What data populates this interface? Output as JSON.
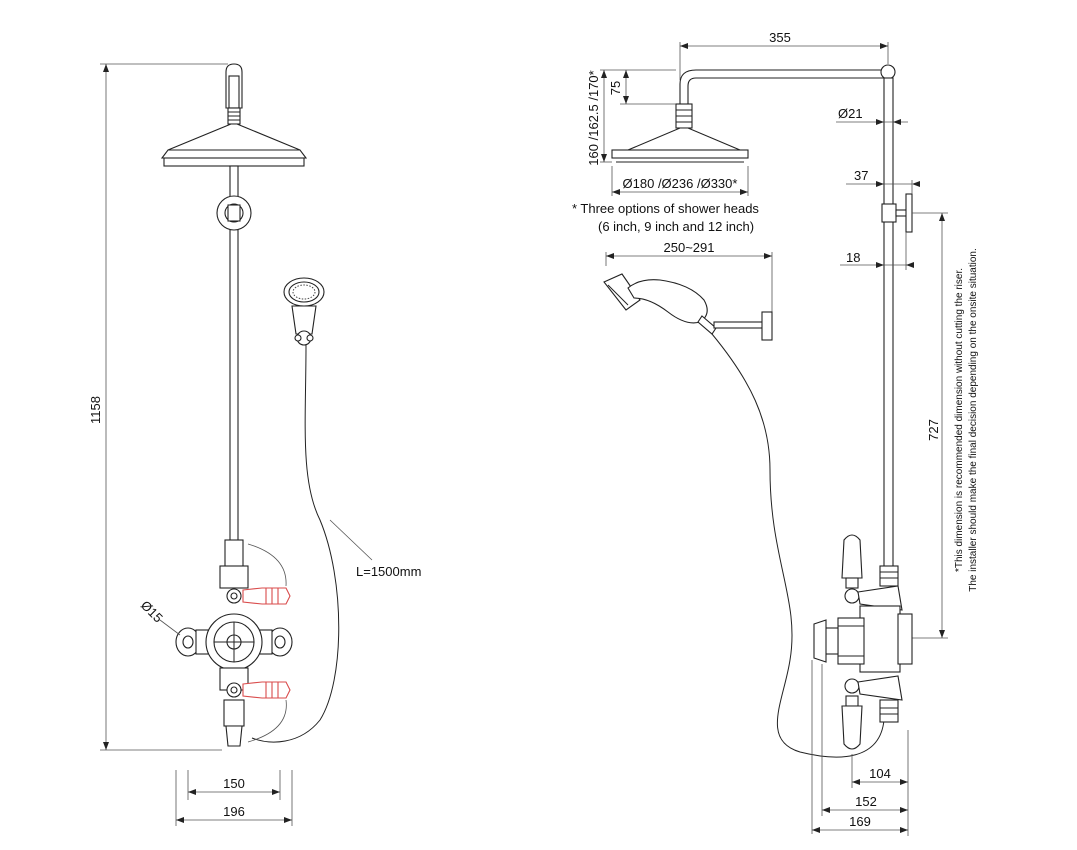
{
  "front_view": {
    "height_label": "1158",
    "hose_label": "L=1500mm",
    "inlet_diameter_label": "Ø15",
    "inlet_spacing_label": "150",
    "overall_width_label": "196"
  },
  "side_view": {
    "arm_length_label": "355",
    "head_height_options_label": "160 /162.5 /170*",
    "arm_drop_label": "75",
    "head_diameter_options_label": "Ø180 /Ø236 /Ø330*",
    "head_options_note_line1": "* Three options of shower heads",
    "head_options_note_line2": "(6 inch, 9 inch and 12 inch)",
    "riser_diameter_label": "Ø21",
    "bracket_offset_label": "37",
    "bracket_depth_label": "18",
    "handshower_length_label": "250~291",
    "riser_height_label": "727",
    "riser_note_line1": "*This dimension is recommended dimension without cutting the riser.",
    "riser_note_line2": "The installer should make the final decision depending on the onsite situation.",
    "depth_1_label": "104",
    "depth_2_label": "152",
    "depth_3_label": "169"
  },
  "colors": {
    "line": "#222222",
    "handle_accent": "#d94b4b"
  }
}
